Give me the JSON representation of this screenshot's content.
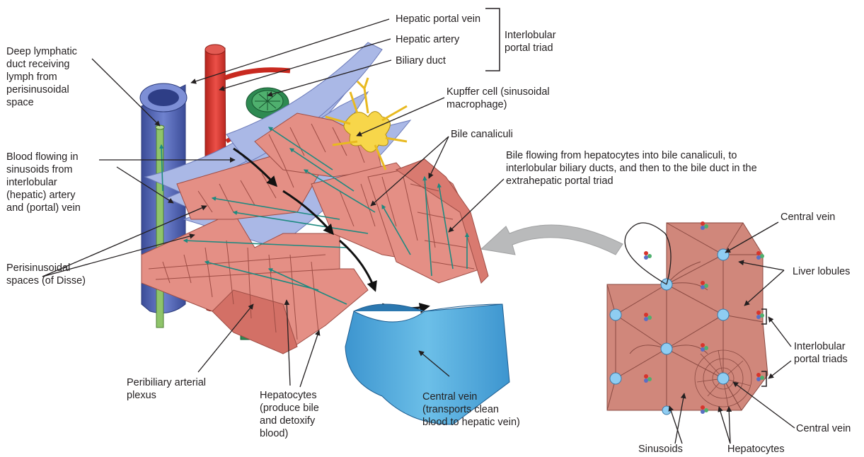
{
  "labels": {
    "hepatic_portal_vein": "Hepatic portal vein",
    "hepatic_artery": "Hepatic artery",
    "biliary_duct": "Biliary duct",
    "interlobular_portal_triad": "Interlobular\nportal triad",
    "deep_lymphatic_duct": "Deep lymphatic\nduct receiving\nlymph from\nperisinusoidal\nspace",
    "kupffer_cell": "Kupffer cell (sinusoidal\nmacrophage)",
    "bile_canaliculi": "Bile canaliculi",
    "bile_flowing": "Bile flowing from hepatocytes into bile canaliculi, to\ninterlobular biliary ducts, and then to the bile duct in the\nextrahepatic portal triad",
    "blood_flowing": "Blood flowing in\nsinusoids from\ninterlobular\n(hepatic) artery\nand (portal) vein",
    "perisinusoidal_spaces": "Perisinusoidal\nspaces (of Disse)",
    "peribiliary_plexus": "Peribiliary arterial\nplexus",
    "hepatocytes_left": "Hepatocytes\n(produce bile\nand detoxify\nblood)",
    "central_vein_left": "Central vein\n(transports clean\nblood to hepatic vein)",
    "central_vein_top": "Central vein",
    "liver_lobules": "Liver lobules",
    "interlobular_portal_triads": "Interlobular\nportal triads",
    "central_vein_bottom": "Central vein",
    "sinusoids": "Sinusoids",
    "hepatocytes_right": "Hepatocytes"
  },
  "colors": {
    "hepatocyte": "#e48f85",
    "hepatocyte_dark": "#b85e55",
    "sinusoid_blue": "#aab8e6",
    "vein_blue": "#4f62b0",
    "artery_red": "#d7342c",
    "bile_green": "#2e8a52",
    "lymph_green": "#8fc46a",
    "central_vein": "#4fa8dc",
    "kupffer_yellow": "#f7d64a",
    "lobule_fill": "#d0877b",
    "arrow_gray": "#b9babb"
  }
}
